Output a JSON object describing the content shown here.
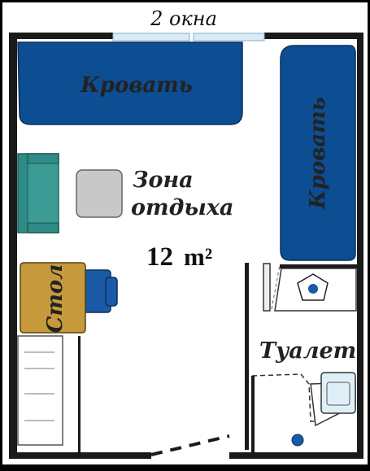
{
  "plan": {
    "windows_label": "2 окна",
    "bed_top_label": "Кровать",
    "bed_right_label": "Кровать",
    "rest_zone_line1": "Зона",
    "rest_zone_line2": "отдыха",
    "area_number": "12",
    "area_unit": "m²",
    "desk_label": "Стол",
    "toilet_label": "Туалет"
  },
  "colors": {
    "background": "#000000",
    "floor": "#ffffff",
    "walls": "#1a1a1a",
    "bed": "#0d4d92",
    "bed_edge": "#0a2f5c",
    "sofa": "#2e8b85",
    "table": "#c8c8c8",
    "desk": "#c69a3c",
    "chair": "#1a5aa6",
    "window": "#d9ebf5",
    "basin": "#dfeff8",
    "drain": "#1a5aa6"
  }
}
